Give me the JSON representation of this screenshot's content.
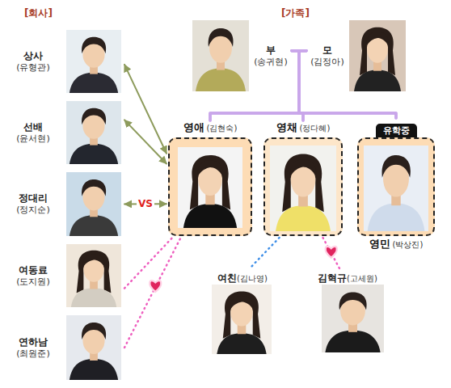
{
  "diagram": {
    "nodes": [
      {
        "text": [
          "상사",
          "(유형관)"
        ]
      },
      {
        "text": [
          "부",
          "(송귀현)"
        ]
      },
      {
        "text": [
          "모",
          "(김정아)"
        ]
      },
      {
        "text": [
          "선배",
          "(윤서현)"
        ]
      },
      {
        "text": [
          "영애",
          "(김현숙)"
        ]
      },
      {
        "text": [
          "영채",
          "(정다혜)"
        ]
      },
      {
        "text": [
          "유학중",
          "영민",
          "(박상진)"
        ]
      },
      {
        "text": [
          "정대리",
          "(정지순)"
        ]
      },
      {
        "text": [
          "여동료",
          "(도지원)"
        ]
      },
      {
        "text": [
          "여친",
          "(김나영)"
        ]
      },
      {
        "text": [
          "김혁규",
          "(고세원)"
        ]
      },
      {
        "text": [
          "연하남",
          "(최원준)"
        ]
      }
    ],
    "edges": [
      {
        "from": 0,
        "to": 4,
        "arrow": "both"
      },
      {
        "from": 3,
        "to": 4,
        "arrow": "both"
      },
      {
        "from": 7,
        "to": 4,
        "arrow": "both",
        "label": "VS"
      },
      {
        "from": 1,
        "to": 2,
        "arrow": "none"
      },
      {
        "from": 1,
        "to": 4,
        "arrow": "none"
      },
      {
        "from": 1,
        "to": 5,
        "arrow": "none"
      },
      {
        "from": 1,
        "to": 6,
        "arrow": "none"
      },
      {
        "from": 2,
        "to": 4,
        "arrow": "none"
      },
      {
        "from": 2,
        "to": 5,
        "arrow": "none"
      },
      {
        "from": 2,
        "to": 6,
        "arrow": "none"
      },
      {
        "from": 8,
        "to": 4,
        "arrow": "none"
      },
      {
        "from": 11,
        "to": 4,
        "arrow": "none"
      },
      {
        "from": 5,
        "to": 9,
        "arrow": "none"
      },
      {
        "from": 5,
        "to": 10,
        "arrow": "none"
      }
    ],
    "labels": [
      "[회사]",
      "[가족]"
    ]
  }
}
